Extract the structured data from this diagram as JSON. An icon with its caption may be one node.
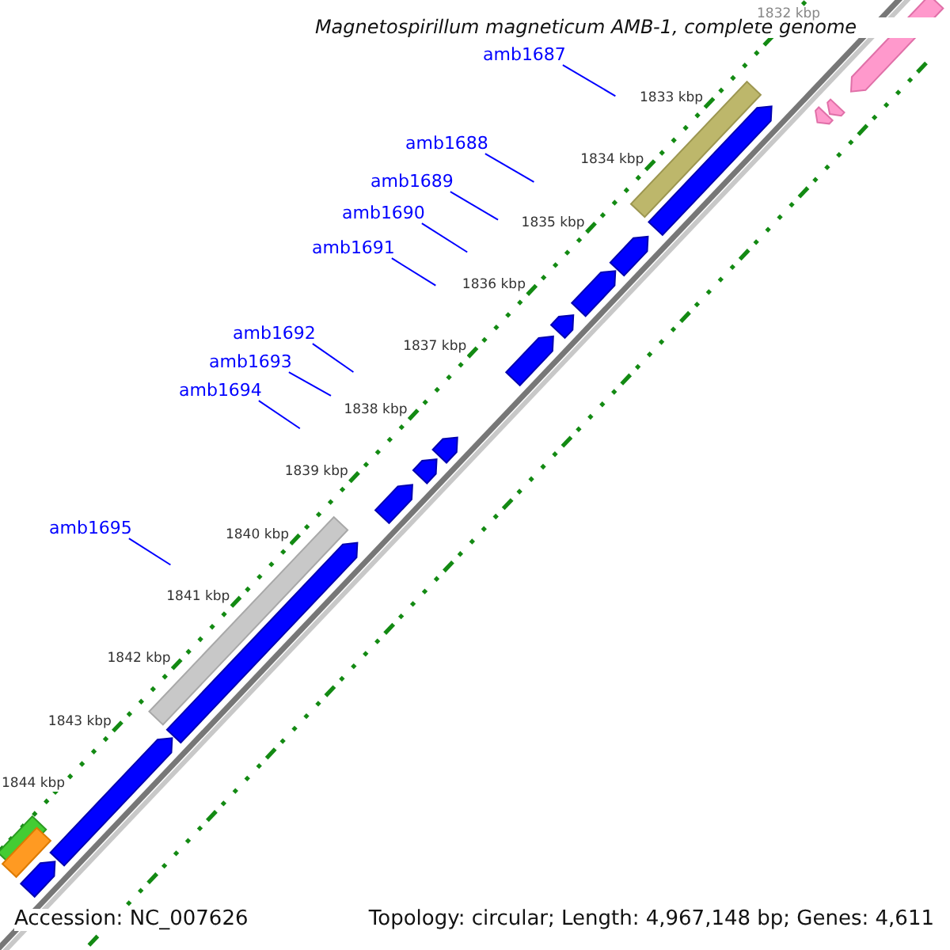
{
  "diagram": {
    "title": "Magnetospirillum magneticum AMB-1, complete genome",
    "nodes": [
      {
        "text": [
          "amb1687"
        ]
      },
      {
        "text": [
          "amb1688"
        ]
      },
      {
        "text": [
          "amb1689"
        ]
      },
      {
        "text": [
          "amb1690"
        ]
      },
      {
        "text": [
          "amb1691"
        ]
      },
      {
        "text": [
          "amb1692"
        ]
      },
      {
        "text": [
          "amb1693"
        ]
      },
      {
        "text": [
          "amb1694"
        ]
      },
      {
        "text": [
          "amb1695"
        ]
      }
    ],
    "edges": [
      {
        "from": 0,
        "to": null,
        "arrow": "none"
      },
      {
        "from": 1,
        "to": null,
        "arrow": "none"
      },
      {
        "from": 2,
        "to": null,
        "arrow": "none"
      },
      {
        "from": 3,
        "to": null,
        "arrow": "none"
      },
      {
        "from": 4,
        "to": null,
        "arrow": "none"
      },
      {
        "from": 5,
        "to": null,
        "arrow": "none"
      },
      {
        "from": 6,
        "to": null,
        "arrow": "none"
      },
      {
        "from": 7,
        "to": null,
        "arrow": "none"
      },
      {
        "from": 8,
        "to": null,
        "arrow": "none"
      }
    ],
    "labels": [
      "1832 kbp",
      "1833 kbp",
      "1834 kbp",
      "1835 kbp",
      "1836 kbp",
      "1837 kbp",
      "1838 kbp",
      "1839 kbp",
      "1840 kbp",
      "1841 kbp",
      "1842 kbp",
      "1843 kbp",
      "1844 kbp",
      "Accession: NC_007626",
      "Topology: circular; Length: 4,967,148 bp; Genes: 4,611"
    ]
  }
}
